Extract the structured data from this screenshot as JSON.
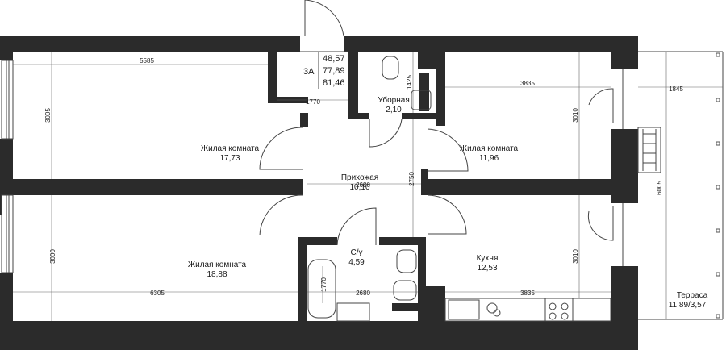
{
  "apartment": {
    "type": "3А",
    "areas": [
      "48,57",
      "77,89",
      "81,46"
    ]
  },
  "rooms": [
    {
      "name": "Жилая комната",
      "area": "17,73"
    },
    {
      "name": "Жилая комната",
      "area": "11,96"
    },
    {
      "name": "Жилая комната",
      "area": "18,88"
    },
    {
      "name": "Уборная",
      "area": "2,10"
    },
    {
      "name": "Прихожая",
      "area": "10,10"
    },
    {
      "name": "С/у",
      "area": "4,59"
    },
    {
      "name": "Кухня",
      "area": "12,53"
    },
    {
      "name": "Терраса",
      "area": "11,89/3,57"
    }
  ],
  "dimensions": [
    "5585",
    "3005",
    "1770",
    "1425",
    "3835",
    "1845",
    "3010",
    "6005",
    "2680",
    "2750",
    "3000",
    "6305",
    "1770",
    "2680",
    "3835",
    "3010"
  ],
  "colors": {
    "wall": "#2b2b2b",
    "line": "#444444",
    "background": "#ffffff"
  }
}
